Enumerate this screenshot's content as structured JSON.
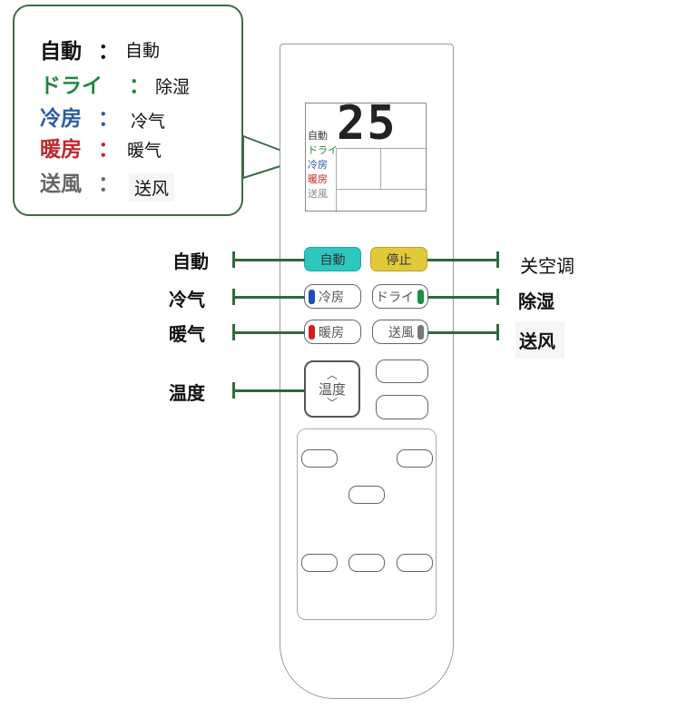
{
  "legend": [
    {
      "term": "自動",
      "sep": "：",
      "meaning": "自動",
      "color": "#111111"
    },
    {
      "term": "ドライ",
      "sep": "：",
      "meaning": "除湿",
      "color": "#1e8a3e"
    },
    {
      "term": "冷房",
      "sep": "：",
      "meaning": "冷气",
      "color": "#2a5aa8"
    },
    {
      "term": "暖房",
      "sep": "：",
      "meaning": "暖气",
      "color": "#c0262c"
    },
    {
      "term": "送風",
      "sep": "：",
      "meaning": "送风",
      "color": "#666666"
    }
  ],
  "display": {
    "temperature": "25",
    "modes": [
      "自動",
      "ドライ",
      "冷房",
      "暖房",
      "送風"
    ]
  },
  "buttons": {
    "auto": "自動",
    "stop": "停止",
    "cool": "冷房",
    "dry": "ドライ",
    "heat": "暖房",
    "fan": "送風",
    "temp": "温度"
  },
  "labels_left": {
    "auto": "自動",
    "cool": "冷气",
    "heat": "暖气",
    "temp": "温度"
  },
  "labels_right": {
    "stop": "关空调",
    "dry": "除湿",
    "fan": "送风"
  },
  "colors": {
    "auto": "#2ec7c0",
    "stop": "#e2c93a",
    "cool": "#1f4fb0",
    "dry": "#18923f",
    "heat": "#d01e1e",
    "fan": "#777777",
    "line": "#2f6a3a"
  }
}
